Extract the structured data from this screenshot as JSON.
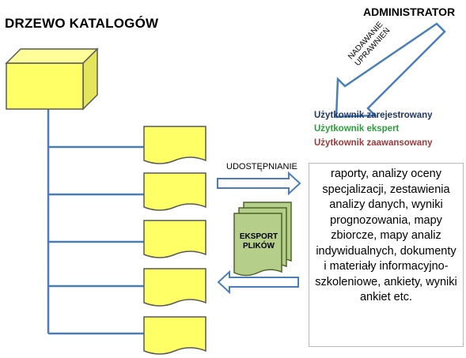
{
  "title": "DRZEWO KATALOGÓW",
  "admin_label": "ADMINISTRATOR",
  "permissions_label": [
    "NADAWANIE",
    "UPRAWNIEŃ"
  ],
  "roles": [
    {
      "label": "Użytkownik zarejestrowany",
      "color": "#1f3864"
    },
    {
      "label": "Użytkownik ekspert",
      "color": "#2e9e3e"
    },
    {
      "label": "Użytkownik zaawansowany",
      "color": "#9b3a3a"
    }
  ],
  "sharing_label": "UDOSTĘPNIANIE",
  "export_label": [
    "EKSPORT",
    "PLIKÓW"
  ],
  "contents_text": "raporty, analizy oceny specjalizacji, zestawienia analizy danych, wyniki prognozowania, mapy zbiorcze, mapy analiz indywidualnych, dokumenty i materiały informacyjno-szkoleniowe, ankiety, wyniki ankiet etc.",
  "colors": {
    "folder_fill": "#ffff66",
    "folder_stroke": "#595959",
    "line": "#4a7ebb",
    "arrow_fill": "#ffffff",
    "arrow_stroke": "#4a7ebb",
    "export_fill": "#b5cf8a",
    "export_stroke": "#4f6228"
  }
}
